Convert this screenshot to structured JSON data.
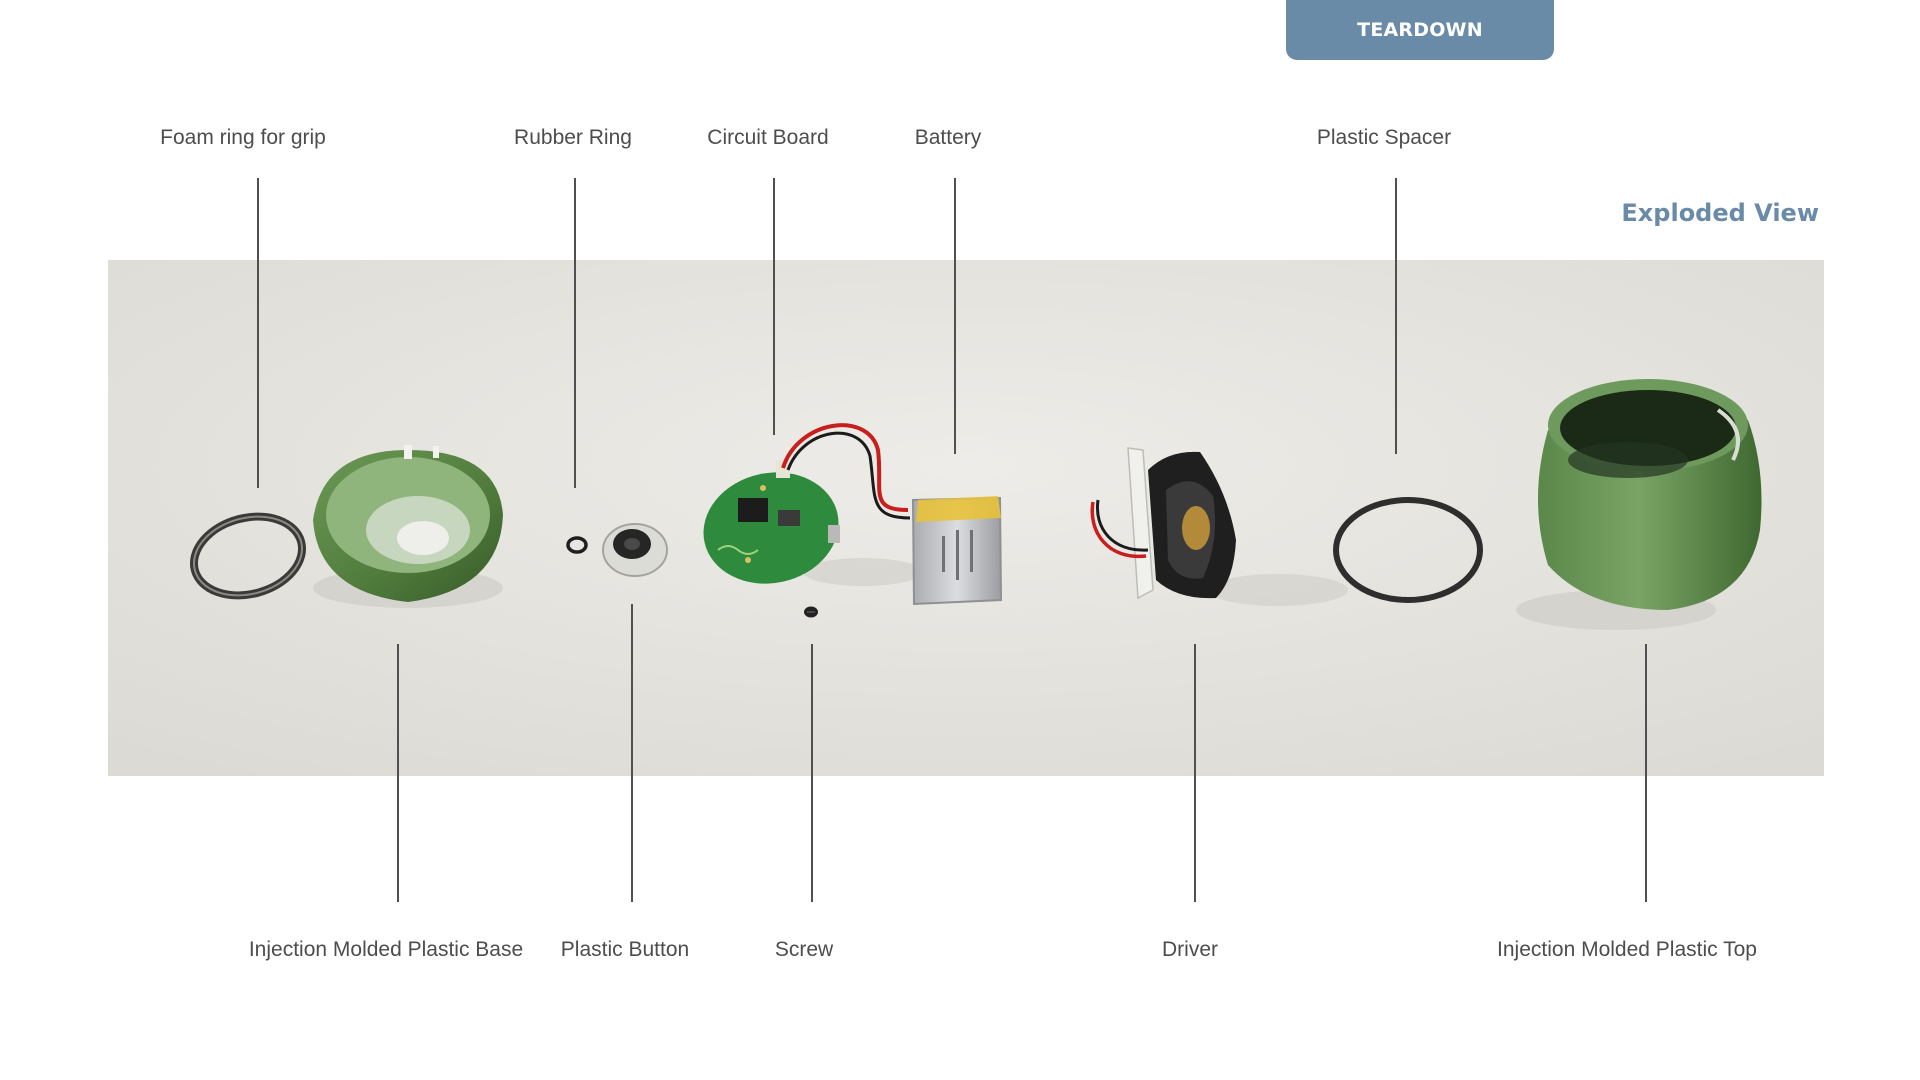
{
  "header": {
    "tab_label": "TEARDOWN",
    "view_title": "Exploded View"
  },
  "components": {
    "top": [
      {
        "id": "foam-ring",
        "label": "Foam ring for grip"
      },
      {
        "id": "rubber-ring",
        "label": "Rubber Ring"
      },
      {
        "id": "circuit-board",
        "label": "Circuit Board"
      },
      {
        "id": "battery",
        "label": "Battery"
      },
      {
        "id": "plastic-spacer",
        "label": "Plastic Spacer"
      }
    ],
    "bottom": [
      {
        "id": "plastic-base",
        "label": "Injection Molded Plastic Base"
      },
      {
        "id": "plastic-button",
        "label": "Plastic Button"
      },
      {
        "id": "screw",
        "label": "Screw"
      },
      {
        "id": "driver",
        "label": "Driver"
      },
      {
        "id": "plastic-top",
        "label": "Injection Molded Plastic Top"
      }
    ]
  },
  "colors": {
    "accent": "#6a8ba8",
    "label_text": "#4d4d4d",
    "leader_line": "#505050",
    "housing_green": "#4f7a3c",
    "pcb_green": "#2e8b3e",
    "battery_silver": "#c9cacc",
    "battery_tape": "#e8c23a"
  }
}
